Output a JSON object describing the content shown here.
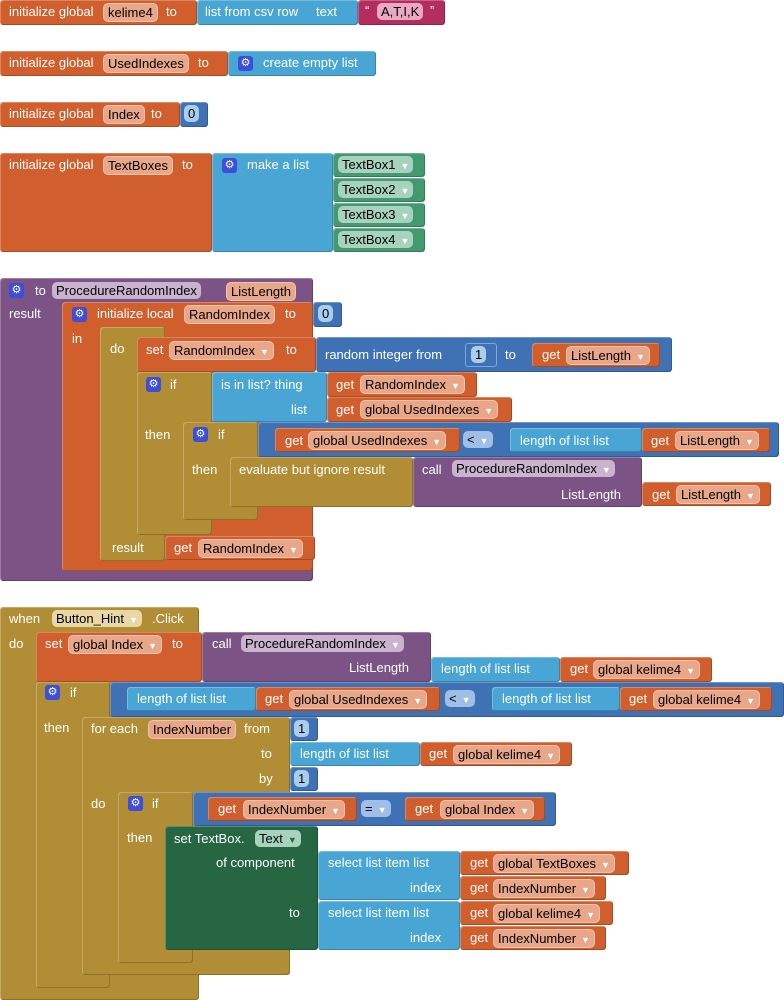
{
  "g1": {
    "init": "initialize global",
    "name": "kelime4",
    "to": "to",
    "csv": "list from csv row",
    "text": "text",
    "qo": "“",
    "value": "A,T,I,K",
    "qc": "”"
  },
  "g2": {
    "init": "initialize global",
    "name": "UsedIndexes",
    "to": "to",
    "value": "create empty list"
  },
  "g3": {
    "init": "initialize global",
    "name": "Index",
    "to": "to",
    "value": "0"
  },
  "g4": {
    "init": "initialize global",
    "name": "TextBoxes",
    "to": "to",
    "make": "make a list",
    "items": [
      "TextBox1",
      "TextBox2",
      "TextBox3",
      "TextBox4"
    ]
  },
  "proc": {
    "to": "to",
    "name": "ProcedureRandomIndex",
    "param": "ListLength",
    "result": "result",
    "init_local": "initialize local",
    "local": "RandomIndex",
    "to2": "to",
    "zero": "0",
    "in": "in",
    "do": "do",
    "set": "set",
    "set_var": "RandomIndex",
    "set_to": "to",
    "random": "random integer from",
    "one": "1",
    "rto": "to",
    "get": "get",
    "listlength": "ListLength",
    "if": "if",
    "isinlist": "is in list? thing",
    "list": "list",
    "randidx": "RandomIndex",
    "usedidx": "global UsedIndexes",
    "then": "then",
    "lt": "<",
    "lenlist": "length of list  list",
    "eval": "evaluate but ignore result",
    "call": "call",
    "result2": "result"
  },
  "event": {
    "when": "when",
    "component": "Button_Hint",
    "click": ".Click",
    "do": "do",
    "set": "set",
    "gindex": "global Index",
    "to": "to",
    "call": "call",
    "proc": "ProcedureRandomIndex",
    "listlength": "ListLength",
    "lenlist": "length of list  list",
    "get": "get",
    "kelime": "global kelime4",
    "if": "if",
    "used": "global UsedIndexes",
    "lt": "<",
    "then": "then",
    "foreach": "for each",
    "idxnum": "IndexNumber",
    "from": "from",
    "one": "1",
    "fto": "to",
    "by": "by",
    "do2": "do",
    "eq": "=",
    "settb": "set TextBox.",
    "prop": "Text",
    "ofcomp": "of component",
    "select": "select list item  list",
    "index": "index",
    "textboxes": "global TextBoxes",
    "sto": "to"
  },
  "icons": {
    "gear": "gear-icon",
    "dropdown": "chevron-down-icon"
  }
}
